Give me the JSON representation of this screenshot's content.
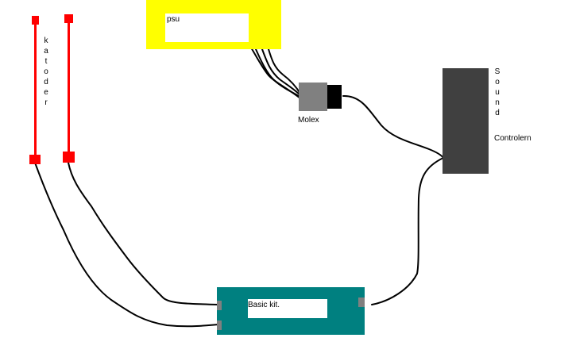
{
  "diagram": {
    "components": {
      "psu": {
        "label": "psu",
        "color": "#ffff00",
        "inner_color": "#ffffff"
      },
      "molex": {
        "label": "Molex",
        "body_color": "#808080",
        "plug_color": "#000000"
      },
      "sound_controller": {
        "vertical_text": "Sound",
        "label": "Controlern",
        "color": "#404040"
      },
      "basic_kit": {
        "label": "Basic kit.",
        "color": "#008080",
        "inner_color": "#ffffff",
        "port_color": "#808080"
      },
      "cathodes": {
        "vertical_text": "katoder",
        "color": "#ff0000"
      }
    },
    "wire_color": "#000000"
  }
}
